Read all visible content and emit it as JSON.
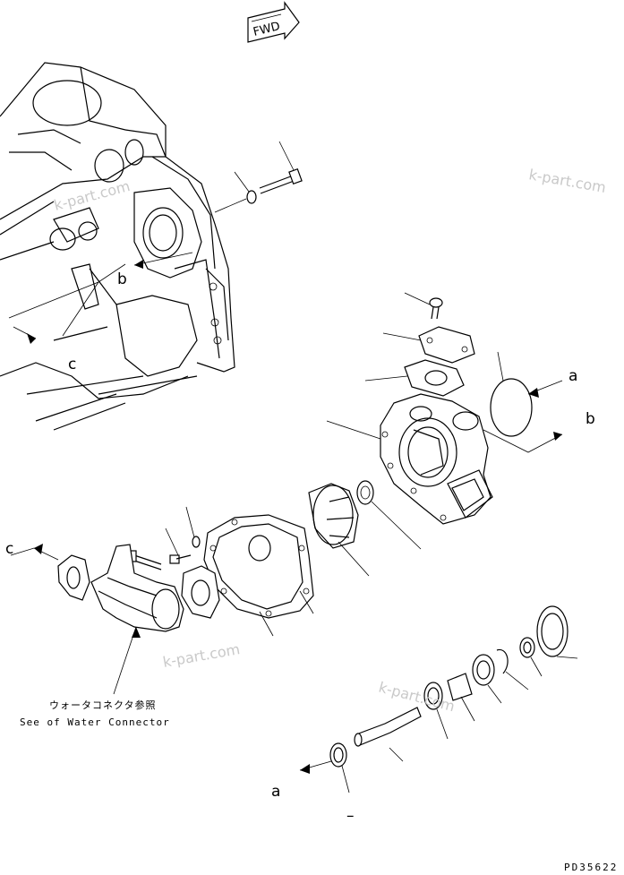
{
  "fwd_marker": "FWD",
  "labels": {
    "a_right": "a",
    "b_right": "b",
    "b_left": "b",
    "c_left_upper": "c",
    "c_left_lower": "c",
    "a_bottom": "a"
  },
  "note": {
    "japanese": "ウォータコネクタ参照",
    "english": "See of Water Connector"
  },
  "watermarks": [
    "k-part.com",
    "k-part.com",
    "k-part.com",
    "k-part.com"
  ],
  "part_code": "PD35622",
  "dash": "–"
}
